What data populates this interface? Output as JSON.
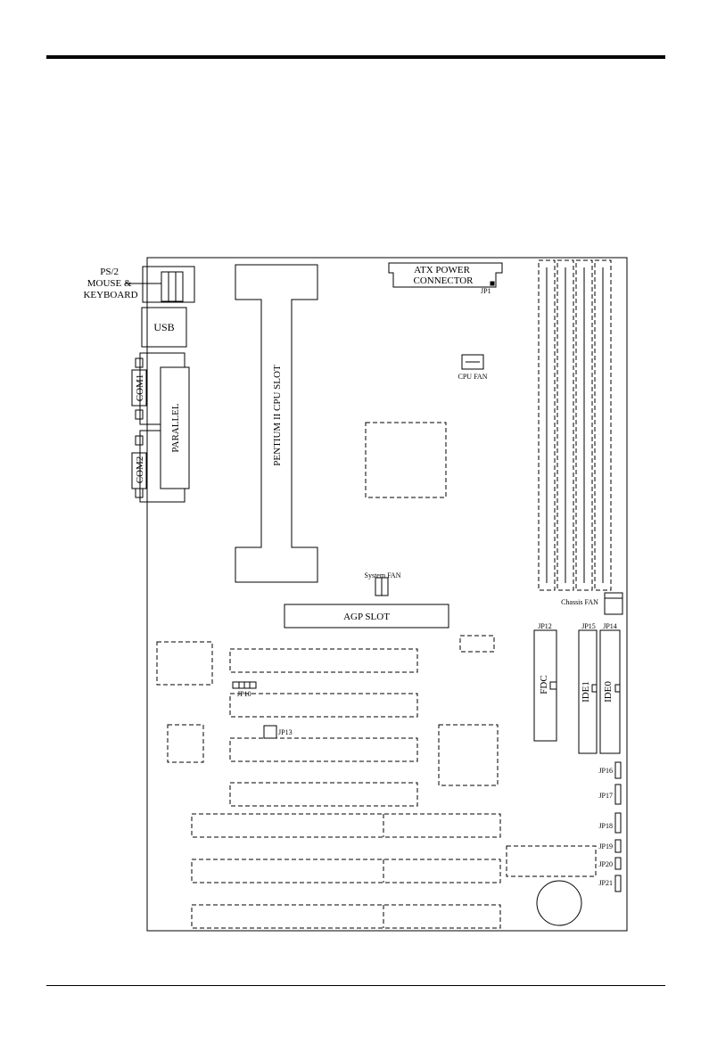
{
  "labels": {
    "ps2": [
      "PS/2",
      "MOUSE &",
      "KEYBOARD"
    ],
    "usb": "USB",
    "com1": "COM1",
    "com2": "COM2",
    "parallel": "PARALLEL",
    "cpu_slot": "PENTIUM II CPU SLOT",
    "atx_power": [
      "ATX POWER",
      "CONNECTOR"
    ],
    "jp1": "JP1",
    "cpu_fan": "CPU FAN",
    "system_fan": "System FAN",
    "chassis_fan": "Chassis FAN",
    "agp_slot": "AGP SLOT",
    "jp12": "JP12",
    "jp15": "JP15",
    "jp14": "JP14",
    "fdc": "FDC",
    "ide1": "IDE1",
    "ide0": "IDE0",
    "jp10": "JP10",
    "jp13": "JP13",
    "jp16": "JP16",
    "jp17": "JP17",
    "jp18": "JP18",
    "jp19": "JP19",
    "jp20": "JP20",
    "jp21": "JP21"
  }
}
